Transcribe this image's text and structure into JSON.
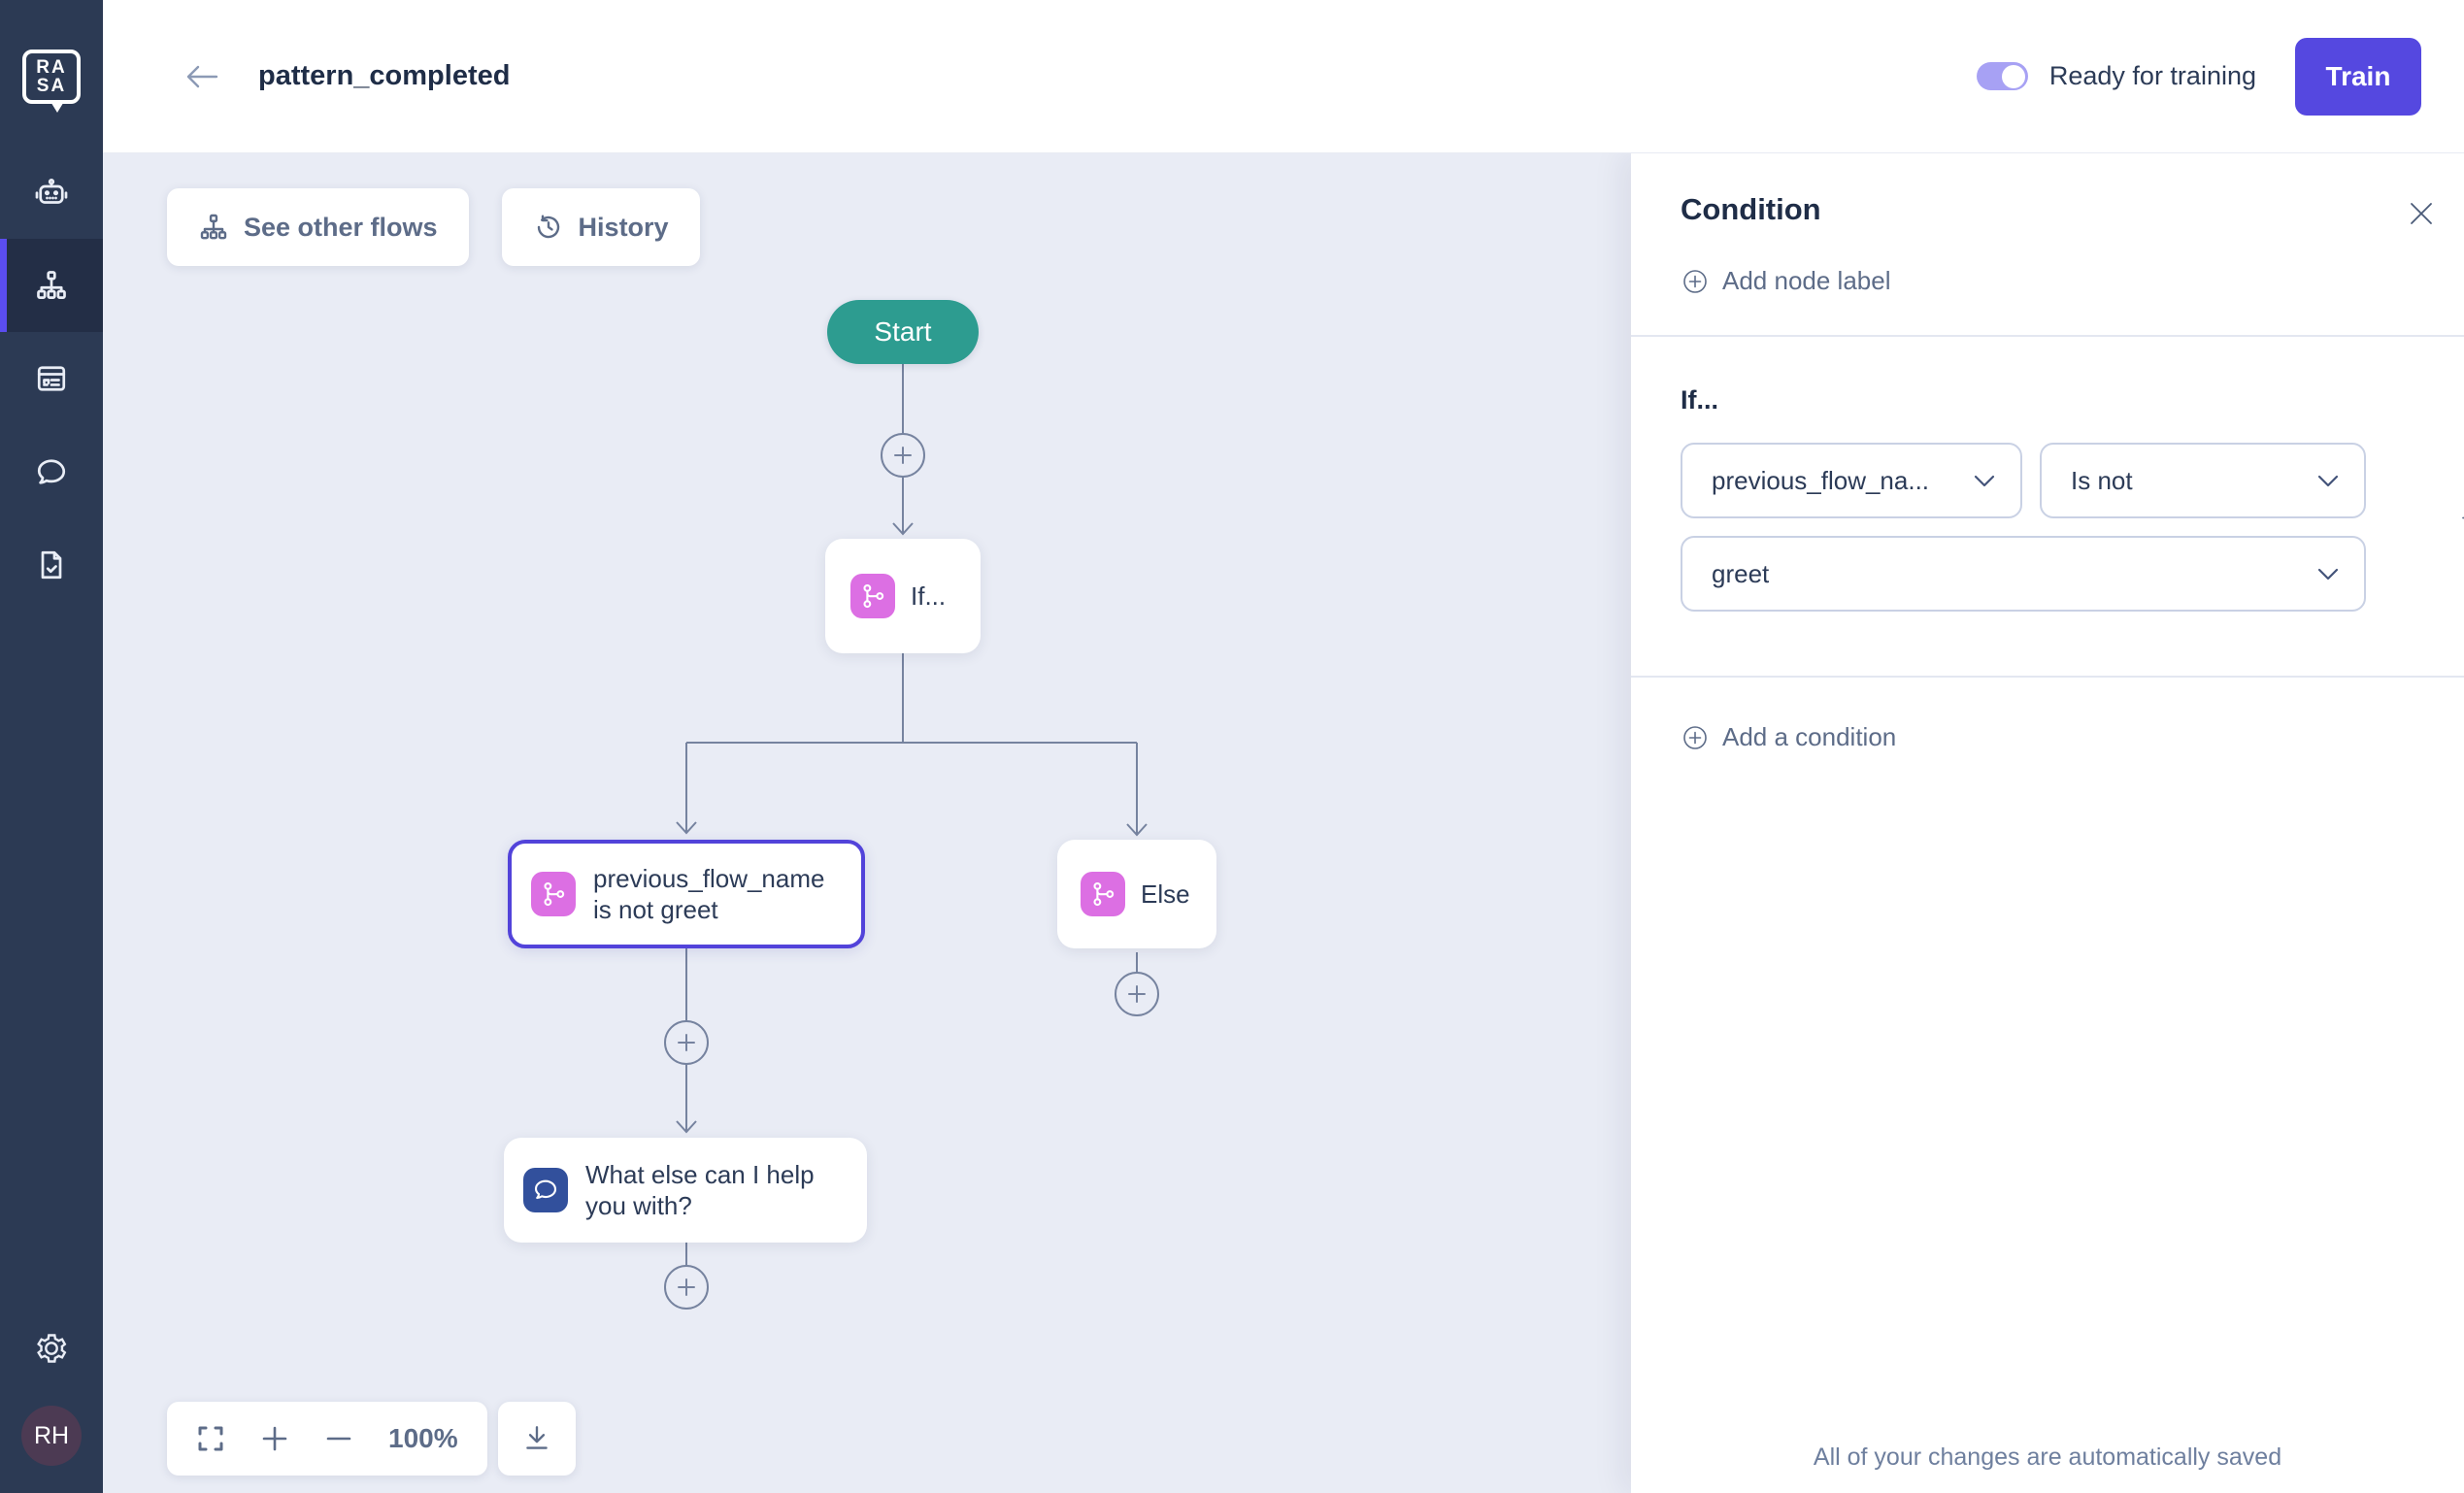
{
  "topbar": {
    "title": "pattern_completed",
    "ready_for_training": "Ready for training",
    "train": "Train"
  },
  "sidebar": {
    "logo_top": "RA",
    "logo_bottom": "SA",
    "avatar": "RH"
  },
  "canvas": {
    "see_other_flows": "See other flows",
    "history": "History",
    "zoom_level": "100%",
    "nodes": {
      "start": "Start",
      "if": "If...",
      "branch_condition": "previous_flow_name is not greet",
      "else": "Else",
      "message": "What else can I help you with?"
    }
  },
  "panel": {
    "title": "Condition",
    "add_node_label": "Add node label",
    "if_label": "If...",
    "condition": {
      "variable": "previous_flow_na...",
      "operator": "Is not",
      "value": "greet"
    },
    "add_condition": "Add a condition",
    "autosave": "All of your changes are automatically saved"
  },
  "colors": {
    "primary_purple": "#5548E0",
    "active_accent": "#5B4DF0",
    "selected_border": "#5243DA",
    "toggle_on": "#A7A1F4",
    "start_teal": "#2D9C90",
    "branch_pink": "#DC6FE3",
    "message_blue": "#32509C",
    "sidebar_bg": "#2C3A54",
    "canvas_bg": "#E9ECF5",
    "connector": "#76839F"
  }
}
